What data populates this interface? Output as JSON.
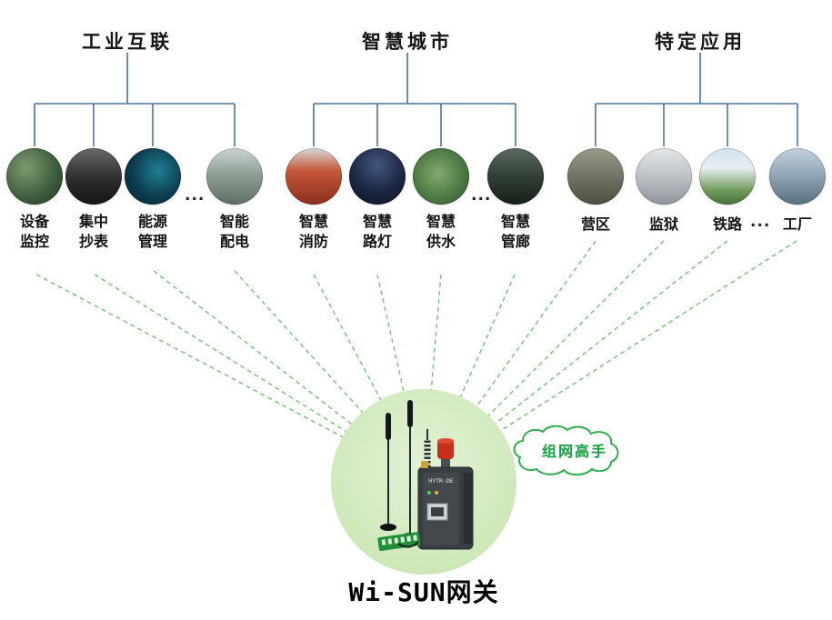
{
  "groups": [
    {
      "title": "工业互联",
      "ellipsis": "...",
      "items": [
        {
          "name": "equipment-monitoring",
          "label": "设备\n监控"
        },
        {
          "name": "centralized-meter-reading",
          "label": "集中\n抄表"
        },
        {
          "name": "energy-management",
          "label": "能源\n管理"
        },
        {
          "name": "smart-power-distribution",
          "label": "智能\n配电"
        }
      ]
    },
    {
      "title": "智慧城市",
      "ellipsis": "...",
      "items": [
        {
          "name": "smart-firefighting",
          "label": "智慧\n消防"
        },
        {
          "name": "smart-streetlight",
          "label": "智慧\n路灯"
        },
        {
          "name": "smart-water-supply",
          "label": "智慧\n供水"
        },
        {
          "name": "smart-utility-tunnel",
          "label": "智慧\n管廊"
        }
      ]
    },
    {
      "title": "特定应用",
      "ellipsis": "...",
      "items": [
        {
          "name": "military-camp",
          "label": "营区"
        },
        {
          "name": "prison",
          "label": "监狱"
        },
        {
          "name": "railway",
          "label": "铁路"
        },
        {
          "name": "factory",
          "label": "工厂"
        }
      ]
    }
  ],
  "gateway": {
    "label": "Wi-SUN网关",
    "bubble_text": "组网高手",
    "device_text": "HYTR-DE"
  },
  "colors": {
    "tree_line": "#4a729e",
    "dashed_link": "#7cc67c",
    "gateway_circle_fill": "#d3ebc0",
    "bubble_green": "#14a03c"
  }
}
